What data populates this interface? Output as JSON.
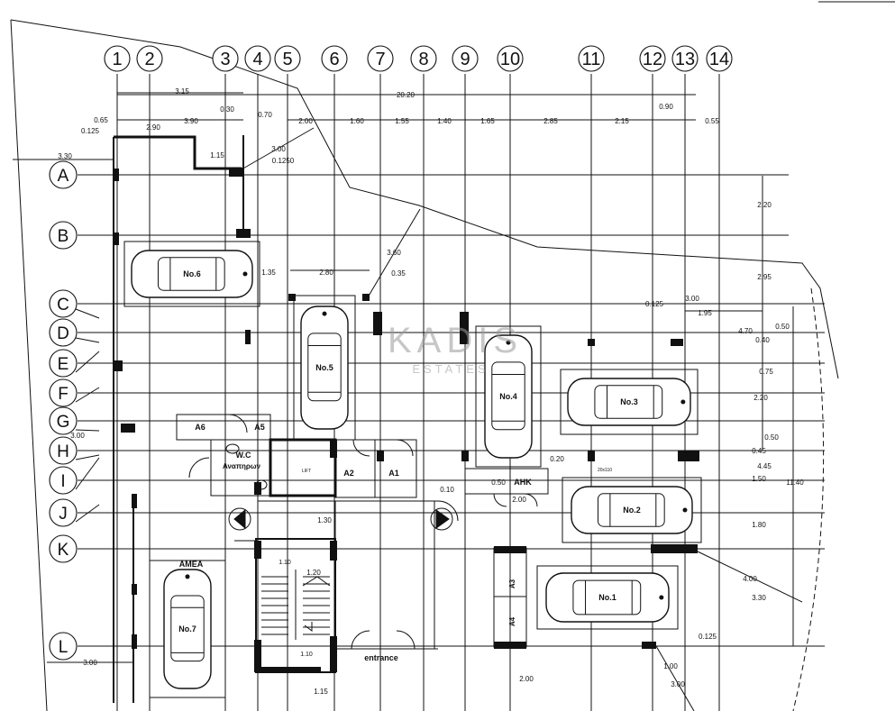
{
  "grid_numbers": [
    "1",
    "2",
    "3",
    "4",
    "5",
    "6",
    "7",
    "8",
    "9",
    "10",
    "11",
    "12",
    "13",
    "14"
  ],
  "grid_letters": [
    "A",
    "B",
    "C",
    "D",
    "E",
    "F",
    "G",
    "H",
    "I",
    "J",
    "K",
    "L"
  ],
  "top_dims": {
    "overall": "20.20",
    "d315": "3.15",
    "d390": "3.90",
    "d290": "2.90",
    "d065": "0.65",
    "d0125a": "0.125",
    "d030": "0.30",
    "d070": "0.70",
    "d090": "0.90",
    "d055": "0.55",
    "chain": [
      "2.00",
      "1.60",
      "1.55",
      "1.40",
      "1.65",
      "2.85",
      "2.15"
    ],
    "d330": "3.30",
    "d300": "3.00",
    "d115": "1.15",
    "d01250": "0.1250"
  },
  "mid_dims": {
    "d135": "1.35",
    "d280": "2.80",
    "d035": "0.35",
    "d360": "3.60",
    "d0125b": "0.125",
    "d300b": "3.00",
    "d195": "1.95",
    "d470": "4.70",
    "d050a": "0.50",
    "d040": "0.40",
    "d075": "0.75",
    "d220a": "2.20",
    "d295": "2.95",
    "d220b": "2.20",
    "d050b": "0.50",
    "d045": "0.45",
    "d445": "4.45",
    "d150": "1.50",
    "d1140": "11.40",
    "d180": "1.80",
    "d400": "4.00",
    "d330b": "3.30",
    "d0125c": "0.125",
    "d100": "1.00",
    "d300c": "3.00",
    "d200": "2.00",
    "d300d": "3.00",
    "d300e": "3.00",
    "d020": "0.20",
    "d010": "0.10",
    "d050c": "0.50",
    "d200b": "2.00",
    "d20110": "20x110",
    "d130": "1.30",
    "d110a": "1.10",
    "d120": "1.20",
    "d110b": "1.10",
    "d115b": "1.15"
  },
  "cars": {
    "no6": "No.6",
    "no5": "No.5",
    "no4": "No.4",
    "no3": "No.3",
    "no2": "No.2",
    "no1": "No.1",
    "no7": "No.7"
  },
  "rooms": {
    "a6": "A6",
    "a5": "A5",
    "a2": "A2",
    "a1": "A1",
    "a3": "A3",
    "a4": "A4",
    "wc": "W.C",
    "wc_sub": "Αναπηρων",
    "lift": "LIFT",
    "ahk": "AHK",
    "amea": "AMEA",
    "entrance": "entrance"
  },
  "watermark": {
    "brand": "KADIS",
    "sub": "ESTATES"
  }
}
